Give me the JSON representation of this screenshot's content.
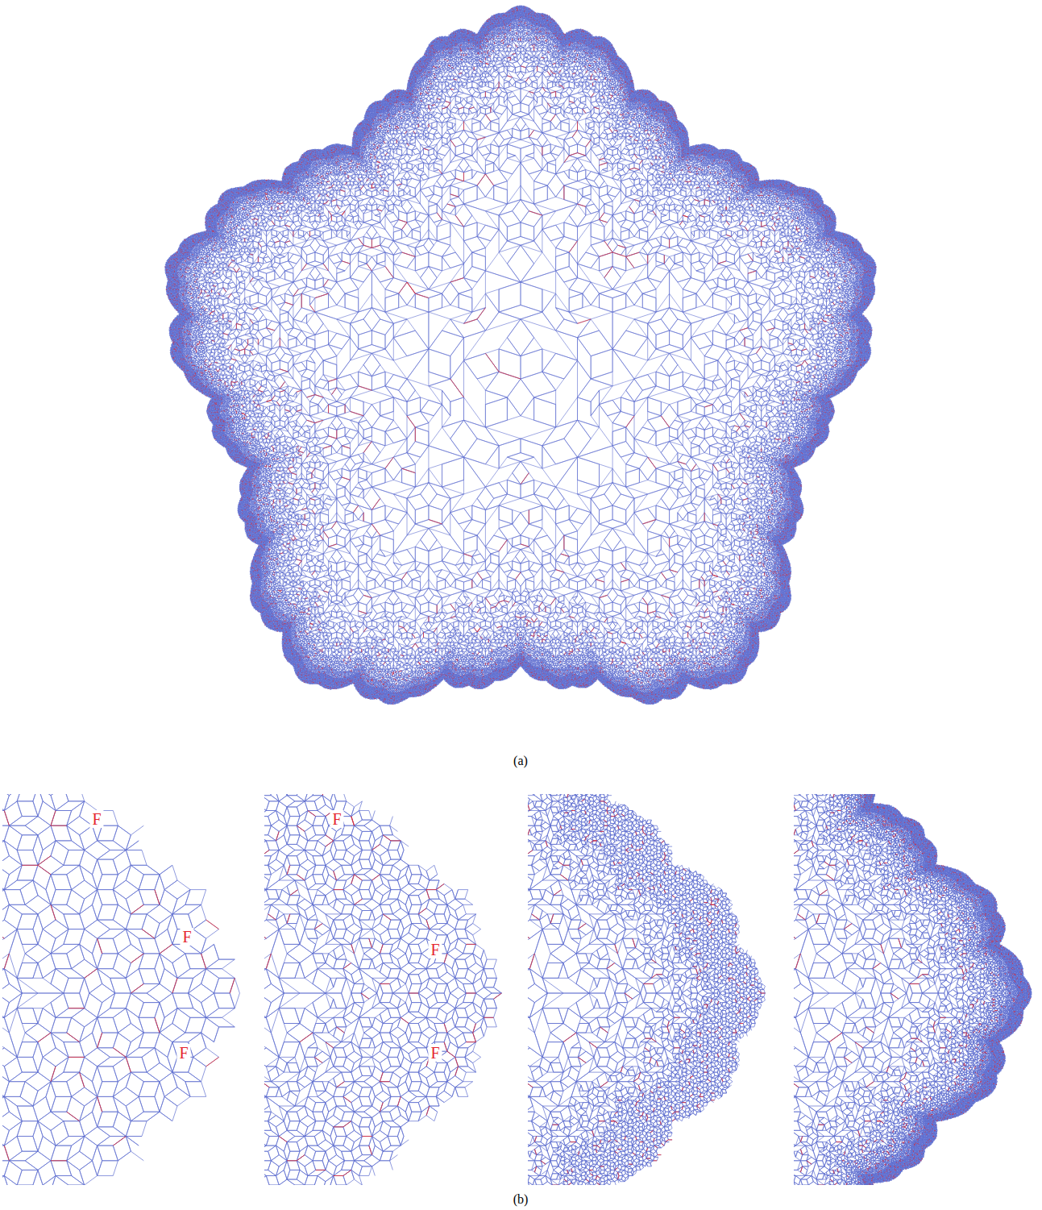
{
  "diagram": {
    "labels": [
      "(a)",
      "F",
      "F",
      "F",
      "F",
      "F",
      "F",
      "(b)"
    ]
  }
}
